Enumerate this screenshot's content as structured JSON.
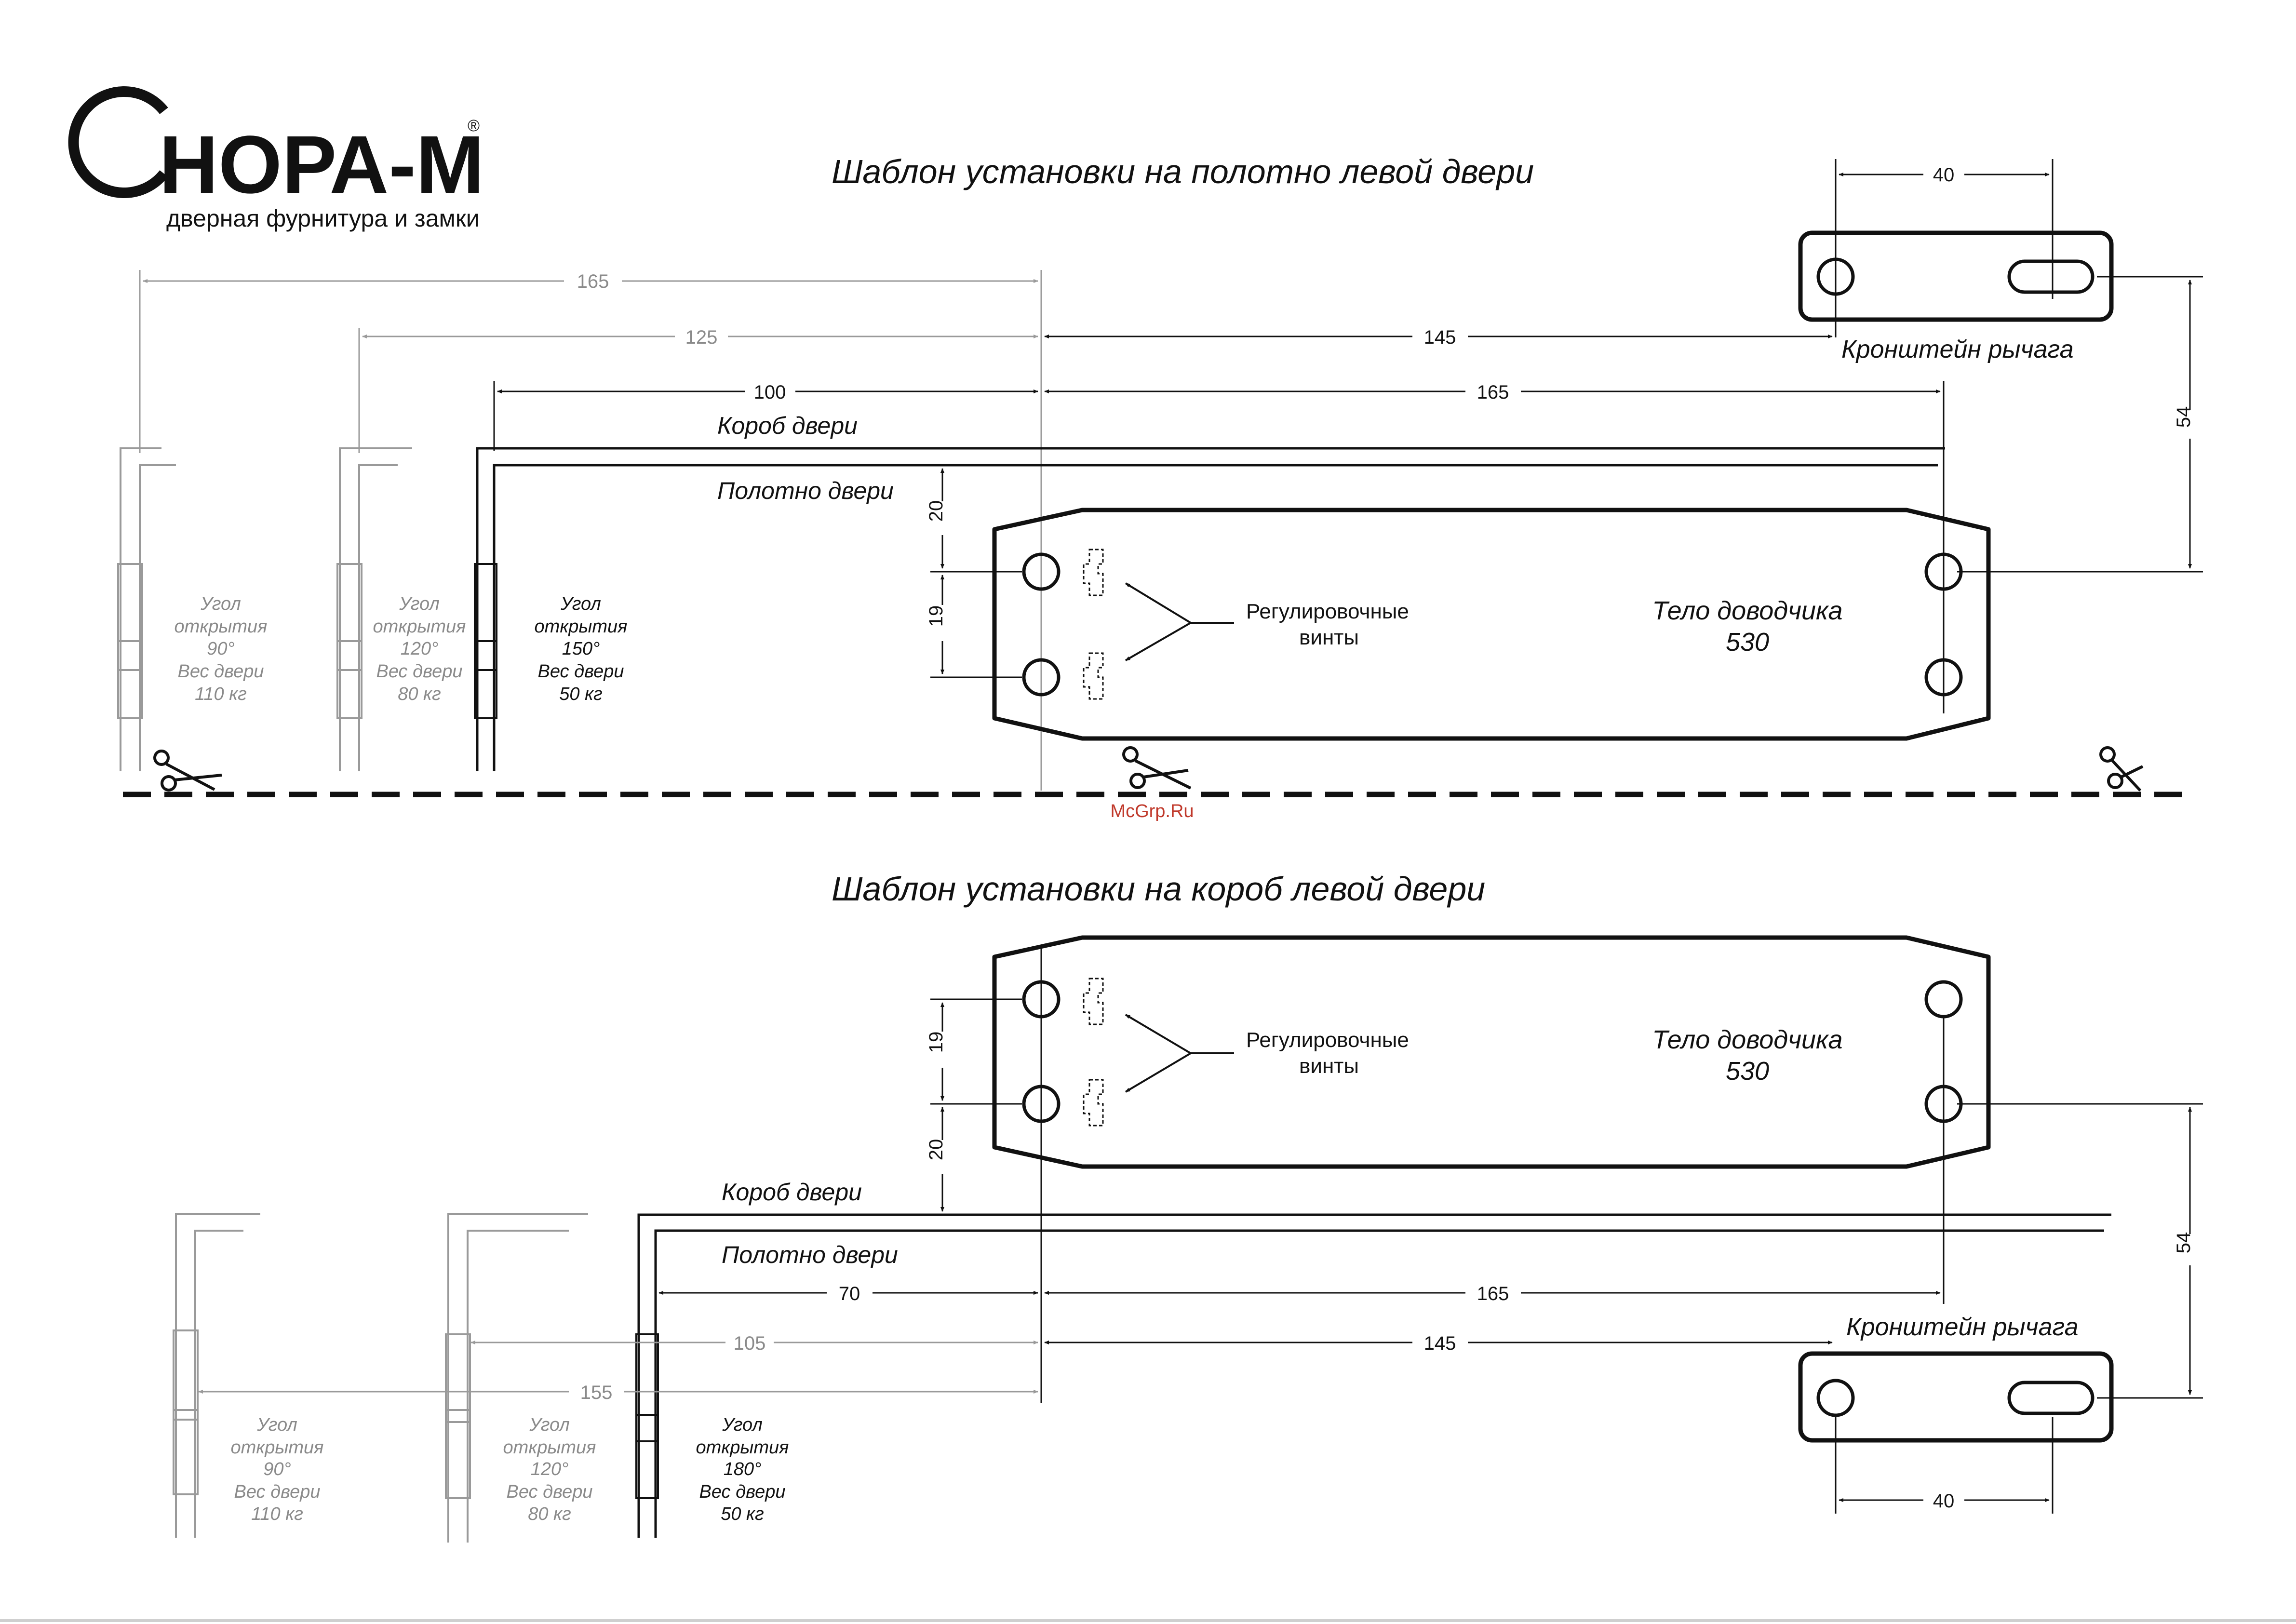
{
  "brand": {
    "name": "НОРА-М",
    "tagline": "дверная фурнитура и замки",
    "registered": "®"
  },
  "watermark": "McGrp.Ru",
  "colors": {
    "ink": "#111111",
    "gray": "#8a8a8a",
    "light_gray": "#b5b5b5"
  },
  "top": {
    "title": "Шаблон установки на полотно левой двери",
    "door_frame_label": "Короб двери",
    "door_leaf_label": "Полотно двери",
    "adjust_screws_line1": "Регулировочные",
    "adjust_screws_line2": "винты",
    "closer_body_line1": "Тело доводчика",
    "closer_body_line2": "530",
    "bracket_label": "Кронштейн рычага",
    "dims": {
      "d165_top": "165",
      "d125": "125",
      "d100": "100",
      "d145": "145",
      "d165_right": "165",
      "d40": "40",
      "d54": "54",
      "d20": "20",
      "d19": "19"
    },
    "angles": [
      {
        "l1": "Угол",
        "l2": "открытия",
        "l3": "90°",
        "l4": "Вес двери",
        "l5": "110 кг"
      },
      {
        "l1": "Угол",
        "l2": "открытия",
        "l3": "120°",
        "l4": "Вес двери",
        "l5": "80 кг"
      },
      {
        "l1": "Угол",
        "l2": "открытия",
        "l3": "150°",
        "l4": "Вес двери",
        "l5": "50 кг"
      }
    ]
  },
  "bottom": {
    "title": "Шаблон установки на короб левой двери",
    "door_frame_label": "Короб двери",
    "door_leaf_label": "Полотно двери",
    "adjust_screws_line1": "Регулировочные",
    "adjust_screws_line2": "винты",
    "closer_body_line1": "Тело доводчика",
    "closer_body_line2": "530",
    "bracket_label": "Кронштейн рычага",
    "dims": {
      "d70": "70",
      "d165": "165",
      "d105": "105",
      "d145": "145",
      "d155": "155",
      "d40": "40",
      "d54": "54",
      "d20": "20",
      "d19": "19"
    },
    "angles": [
      {
        "l1": "Угол",
        "l2": "открытия",
        "l3": "90°",
        "l4": "Вес двери",
        "l5": "110 кг"
      },
      {
        "l1": "Угол",
        "l2": "открытия",
        "l3": "120°",
        "l4": "Вес двери",
        "l5": "80 кг"
      },
      {
        "l1": "Угол",
        "l2": "открытия",
        "l3": "180°",
        "l4": "Вес двери",
        "l5": "50 кг"
      }
    ]
  }
}
